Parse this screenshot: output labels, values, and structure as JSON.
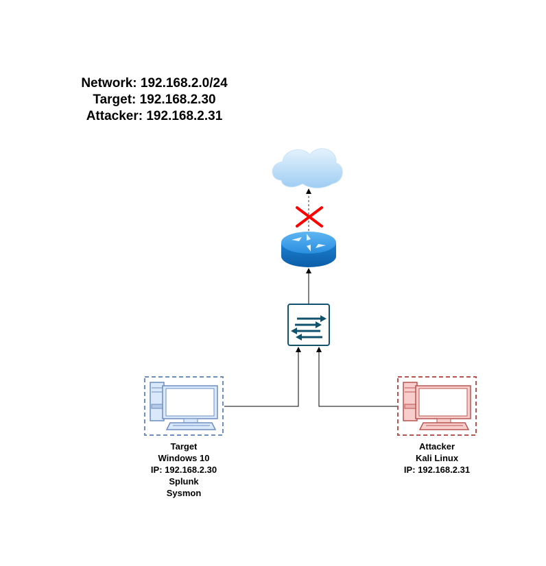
{
  "network_summary": {
    "network": "Network: 192.168.2.0/24",
    "target": "Target: 192.168.2.30",
    "attacker": "Attacker: 192.168.2.31"
  },
  "nodes": {
    "internet": {
      "icon": "cloud-icon"
    },
    "router": {
      "icon": "router-icon"
    },
    "switch": {
      "icon": "switch-icon"
    },
    "target": {
      "icon": "desktop-computer-icon",
      "color": "#6c8ebf",
      "lines": [
        "Target",
        "Windows 10",
        "IP: 192.168.2.30",
        "Splunk",
        "Sysmon"
      ]
    },
    "attacker": {
      "icon": "desktop-computer-icon",
      "color": "#b85450",
      "lines": [
        "Attacker",
        "Kali Linux",
        "IP: 192.168.2.31"
      ]
    }
  },
  "links": [
    {
      "from": "target",
      "to": "switch",
      "style": "solid"
    },
    {
      "from": "attacker",
      "to": "switch",
      "style": "solid"
    },
    {
      "from": "switch",
      "to": "router",
      "style": "solid"
    },
    {
      "from": "router",
      "to": "internet",
      "style": "dashed",
      "blocked": true
    }
  ],
  "colors": {
    "blocked_marker": "#ff0000",
    "cloud": "#b9dcf7",
    "router": "#1c8de0",
    "switch_icon": "#10516e"
  }
}
